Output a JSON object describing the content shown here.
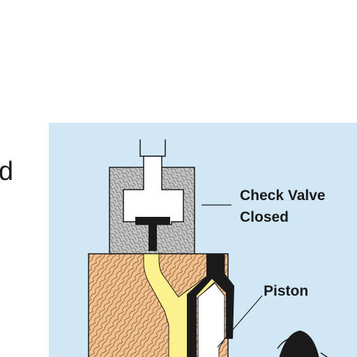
{
  "edge_text": "d",
  "labels": {
    "check_valve_line1": "Check Valve",
    "check_valve_line2": "Closed",
    "piston": "Piston"
  },
  "colors": {
    "background": "#d2e7f5",
    "housing_gray": "#c4c4c4",
    "body_wood": "#f2c08c",
    "fuel_yellow": "#fdf08e",
    "outline": "#1a1a1a",
    "cavity_white": "#ffffff"
  }
}
